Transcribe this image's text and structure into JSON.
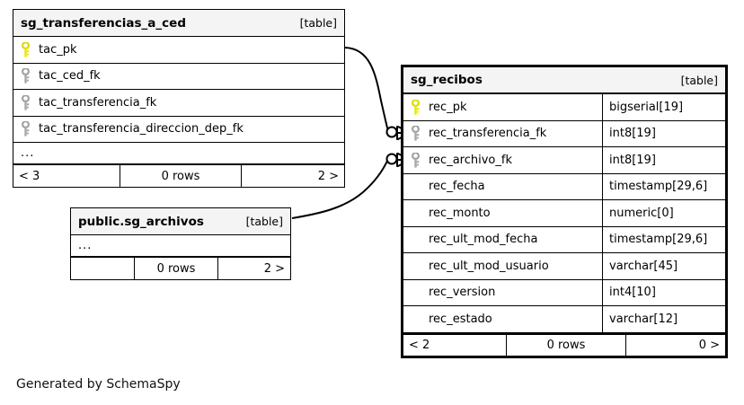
{
  "diagram": {
    "generator_caption": "Generated by SchemaSpy",
    "table_tag": "[table]",
    "ellipsis": "...",
    "key_icon_pk": "primary-key-icon",
    "key_icon_fk": "foreign-key-icon",
    "colors": {
      "primary_key": "#e8e800",
      "foreign_key": "#a8a8a8",
      "header_background": "#f4f4f4",
      "border": "#000000",
      "canvas": "#ffffff"
    }
  },
  "tables": {
    "transferencias": {
      "title": "sg_transferencias_a_ced",
      "tag": "[table]",
      "columns": [
        {
          "name": "tac_pk",
          "key": "pk"
        },
        {
          "name": "tac_ced_fk",
          "key": "fk"
        },
        {
          "name": "tac_transferencia_fk",
          "key": "fk"
        },
        {
          "name": "tac_transferencia_direccion_dep_fk",
          "key": "fk"
        }
      ],
      "has_ellipsis_row": true,
      "footer": {
        "left": "< 3",
        "middle": "0 rows",
        "right": "2 >"
      }
    },
    "archivos": {
      "title": "public.sg_archivos",
      "tag": "[table]",
      "columns": [],
      "has_ellipsis_row": true,
      "footer": {
        "left": "",
        "middle": "0 rows",
        "right": "2 >"
      }
    },
    "recibos": {
      "title": "sg_recibos",
      "tag": "[table]",
      "columns": [
        {
          "name": "rec_pk",
          "type": "bigserial[19]",
          "key": "pk"
        },
        {
          "name": "rec_transferencia_fk",
          "type": "int8[19]",
          "key": "fk"
        },
        {
          "name": "rec_archivo_fk",
          "type": "int8[19]",
          "key": "fk"
        },
        {
          "name": "rec_fecha",
          "type": "timestamp[29,6]",
          "key": ""
        },
        {
          "name": "rec_monto",
          "type": "numeric[0]",
          "key": ""
        },
        {
          "name": "rec_ult_mod_fecha",
          "type": "timestamp[29,6]",
          "key": ""
        },
        {
          "name": "rec_ult_mod_usuario",
          "type": "varchar[45]",
          "key": ""
        },
        {
          "name": "rec_version",
          "type": "int4[10]",
          "key": ""
        },
        {
          "name": "rec_estado",
          "type": "varchar[12]",
          "key": ""
        }
      ],
      "has_ellipsis_row": false,
      "footer": {
        "left": "< 2",
        "middle": "0 rows",
        "right": "0 >"
      }
    }
  },
  "relationships": [
    {
      "name": "transferencias-to-recibos",
      "from": "sg_transferencias_a_ced.tac_pk",
      "to": "sg_recibos.rec_transferencia_fk"
    },
    {
      "name": "archivos-to-recibos",
      "from": "public.sg_archivos",
      "to": "sg_recibos.rec_archivo_fk"
    }
  ]
}
